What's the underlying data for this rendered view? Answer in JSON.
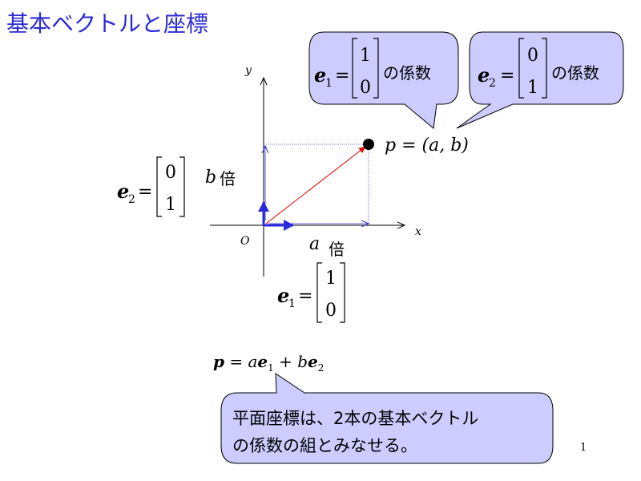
{
  "slide": {
    "title": "基本ベクトルと座標",
    "page_number": "1"
  },
  "axes": {
    "x_label": "x",
    "y_label": "y",
    "origin_label": "O"
  },
  "labels": {
    "b_times": "b",
    "a_times": "a",
    "times": "倍",
    "point_eq": "p = (a, b)",
    "formula_p": "p",
    "formula_eq": " = a",
    "formula_e": "e",
    "formula_sub1": "1",
    "formula_plus": " + b",
    "formula_sub2": "2"
  },
  "vectors": {
    "e1_name": "e",
    "e1_sub": "1",
    "e1_top": "1",
    "e1_bottom": "0",
    "e2_name": "e",
    "e2_sub": "2",
    "e2_top": "0",
    "e2_bottom": "1",
    "equals": "="
  },
  "callouts": {
    "c1_suffix": "の係数",
    "c2_suffix": "の係数",
    "summary_line1": "平面座標は、2本の基本ベクトル",
    "summary_line2": "の係数の組とみなせる。"
  },
  "colors": {
    "title": "#2b2bd6",
    "callout_fill": "#ccccff",
    "unit_vector": "#2a2adc",
    "red_vector": "#e60000",
    "guide_line": "#3030cc"
  }
}
